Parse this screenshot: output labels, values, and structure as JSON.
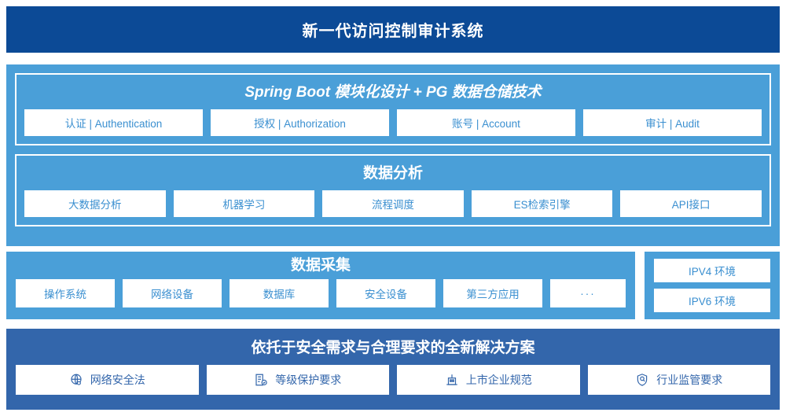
{
  "header": {
    "title": "新一代访问控制审计系统",
    "bg_color": "#0c4a96"
  },
  "platform": {
    "panel_color": "#4a9fd8",
    "core": {
      "title": "Spring Boot 模块化设计 + PG 数据仓储技术",
      "chips": [
        {
          "label": "认证 | Authentication"
        },
        {
          "label": "授权 | Authorization"
        },
        {
          "label": "账号 | Account"
        },
        {
          "label": "审计 | Audit"
        }
      ]
    },
    "analysis": {
      "title": "数据分析",
      "chips": [
        {
          "label": "大数据分析"
        },
        {
          "label": "机器学习"
        },
        {
          "label": "流程调度"
        },
        {
          "label": "ES检索引擎"
        },
        {
          "label": "API接口"
        }
      ]
    }
  },
  "collection": {
    "title": "数据采集",
    "panel_color": "#4a9fd8",
    "chips": [
      {
        "label": "操作系统"
      },
      {
        "label": "网络设备"
      },
      {
        "label": "数据库"
      },
      {
        "label": "安全设备"
      },
      {
        "label": "第三方应用"
      },
      {
        "label": "···"
      }
    ]
  },
  "environment": {
    "chips": [
      {
        "label": "IPV4 环境"
      },
      {
        "label": "IPV6 环境"
      }
    ]
  },
  "solution": {
    "title": "依托于安全需求与合理要求的全新解决方案",
    "panel_color": "#3366ab",
    "chips": [
      {
        "label": "网络安全法",
        "icon": "globe-network-icon"
      },
      {
        "label": "等级保护要求",
        "icon": "document-check-icon"
      },
      {
        "label": "上市企业规范",
        "icon": "bank-building-icon"
      },
      {
        "label": "行业监管要求",
        "icon": "shield-search-icon"
      }
    ]
  },
  "theme": {
    "dark_blue": "#0c4a96",
    "light_blue": "#4a9fd8",
    "medium_blue": "#3366ab",
    "chip_text": "#3a8fd0",
    "chip_bg": "#ffffff"
  }
}
